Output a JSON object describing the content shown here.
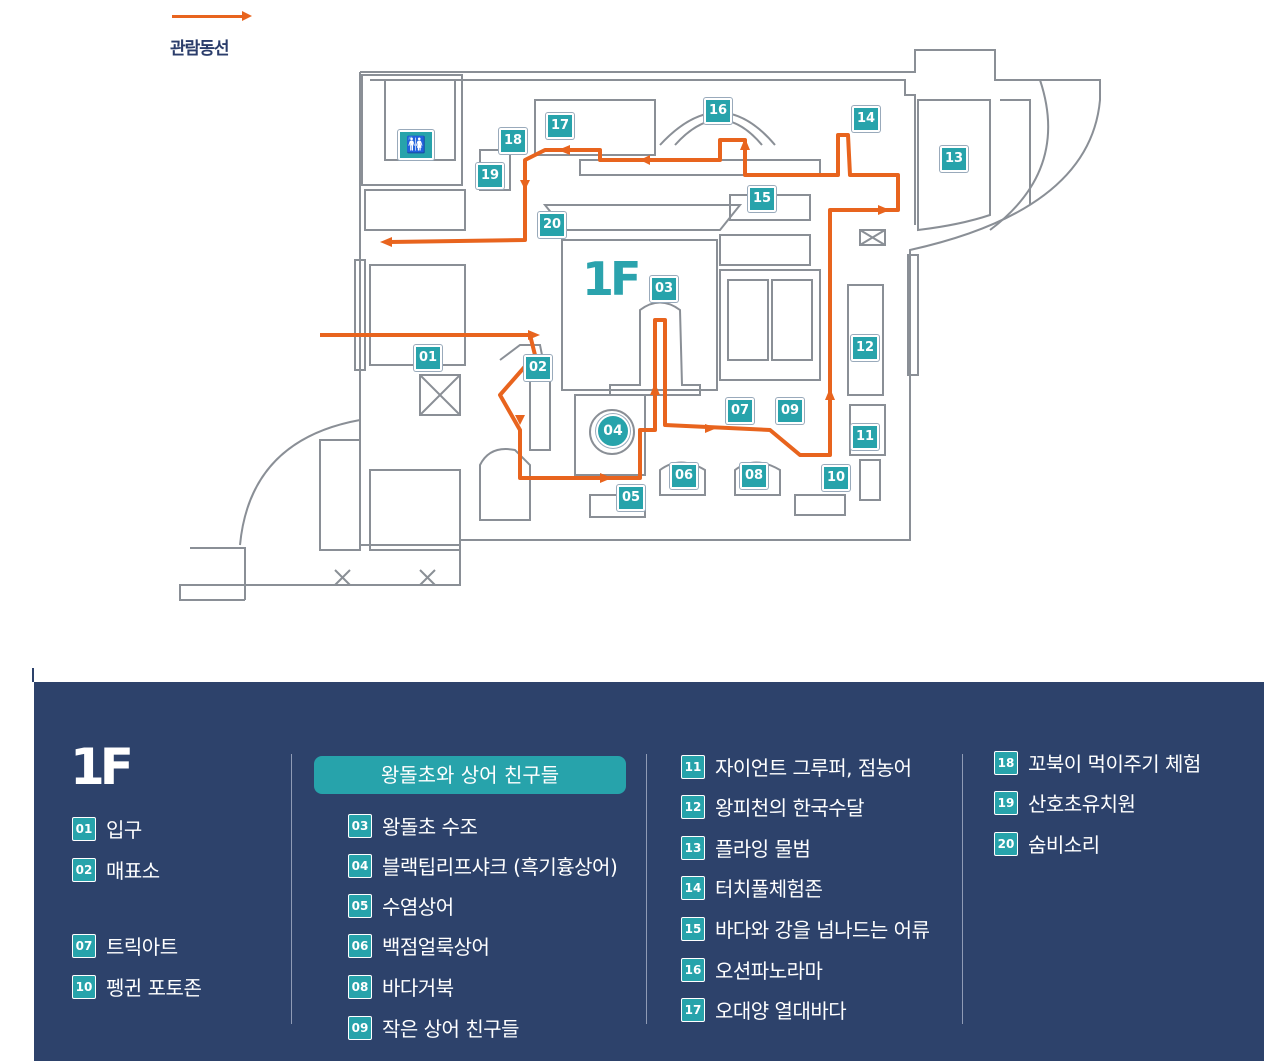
{
  "route_legend": {
    "label": "관람동선",
    "color": "#e8641e"
  },
  "map": {
    "floor_label": "1F",
    "markers": [
      "01",
      "02",
      "03",
      "04",
      "05",
      "06",
      "07",
      "08",
      "09",
      "10",
      "11",
      "12",
      "13",
      "14",
      "15",
      "16",
      "17",
      "18",
      "19",
      "20"
    ],
    "colors": {
      "marker": "#27a3ab",
      "route": "#e8641e",
      "wall": "#8a8f96"
    }
  },
  "legend": {
    "floor": "1F",
    "group_title": "왕돌초와 상어 친구들",
    "colors": {
      "panel": "#2d426b",
      "accent": "#27a3ab"
    },
    "col1": [
      {
        "num": "01",
        "label": "입구"
      },
      {
        "num": "02",
        "label": "매표소"
      },
      {
        "num": "07",
        "label": "트릭아트"
      },
      {
        "num": "10",
        "label": "펭귄 포토존"
      }
    ],
    "col2": [
      {
        "num": "03",
        "label": "왕돌초 수조"
      },
      {
        "num": "04",
        "label": "블랙팁리프샤크 (흑기흉상어)"
      },
      {
        "num": "05",
        "label": "수염상어"
      },
      {
        "num": "06",
        "label": "백점얼룩상어"
      },
      {
        "num": "08",
        "label": "바다거북"
      },
      {
        "num": "09",
        "label": "작은 상어 친구들"
      }
    ],
    "col3": [
      {
        "num": "11",
        "label": "자이언트 그루퍼, 점농어"
      },
      {
        "num": "12",
        "label": "왕피천의 한국수달"
      },
      {
        "num": "13",
        "label": "플라잉 물범"
      },
      {
        "num": "14",
        "label": "터치풀체험존"
      },
      {
        "num": "15",
        "label": "바다와 강을 넘나드는 어류"
      },
      {
        "num": "16",
        "label": "오션파노라마"
      },
      {
        "num": "17",
        "label": "오대양 열대바다"
      }
    ],
    "col4": [
      {
        "num": "18",
        "label": "꼬북이 먹이주기 체험"
      },
      {
        "num": "19",
        "label": "산호초유치원"
      },
      {
        "num": "20",
        "label": "숨비소리"
      }
    ]
  }
}
